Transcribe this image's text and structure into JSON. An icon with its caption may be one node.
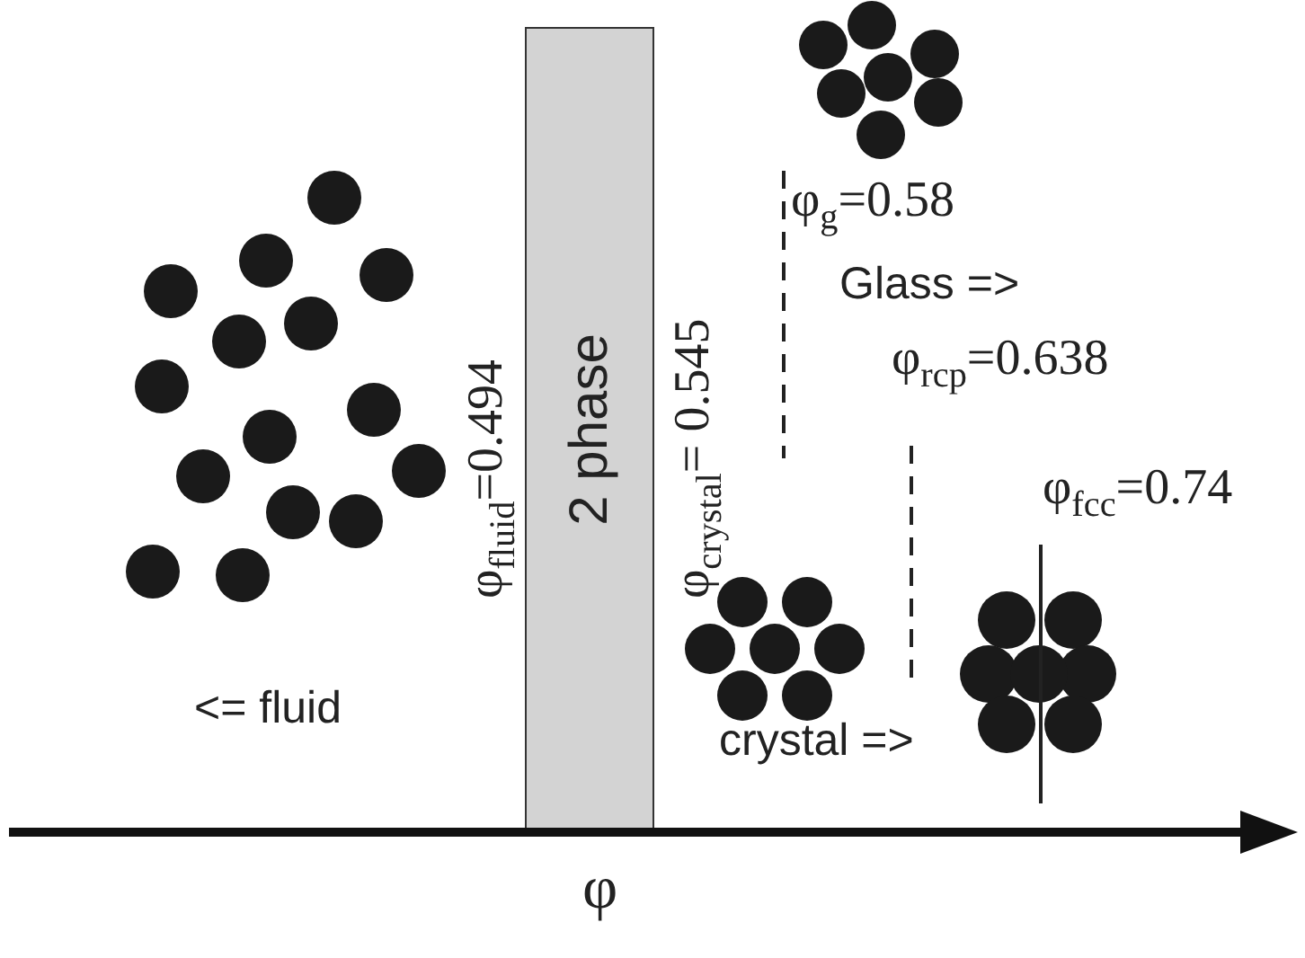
{
  "diagram": {
    "nodes": [
      {
        "text": [
          "2 phase"
        ]
      }
    ],
    "labels": [
      "φ$_{g}$=0.58",
      "Glass  =>",
      "φ$_{rcp}$=0.638",
      "φ$_{fluid}$=0.494",
      "φ$_{crystal}$= 0.545",
      "φ$_{fcc}$=0.74",
      "<= fluid",
      "crystal =>",
      "φ"
    ]
  }
}
